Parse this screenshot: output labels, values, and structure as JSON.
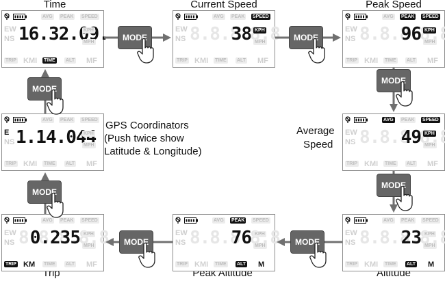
{
  "captions": {
    "time": "Time",
    "current_speed": "Current Speed",
    "peak_speed": "Peak Speed",
    "gps_line1": "GPS Coordinators",
    "gps_line2": "(Push twice show",
    "gps_line3": "Latitude & Longitude)",
    "avg_line1": "Average",
    "avg_line2": "Speed",
    "trip": "Trip",
    "peak_altitude": "Peak Altitude",
    "altitude": "Altitude"
  },
  "button_label": "MODE",
  "badges": {
    "avg": "AVG",
    "peak": "PEAK",
    "speed": "SPEED",
    "kph": "KPH",
    "mph": "MPH",
    "time": "TIME",
    "alt": "ALT",
    "trip": "TRIP"
  },
  "side_labels": {
    "ew": "EW",
    "ns": "NS",
    "e": "E",
    "m": "M",
    "km": "KM",
    "mf": "MF",
    "kmi": "KMI"
  },
  "ghost_digits": "8.8.8.8.8",
  "displays": {
    "time": "16.32.09.",
    "current_speed": "38",
    "peak_speed": "96",
    "gps": "1.14.044",
    "average_speed": "49",
    "trip": "0.235",
    "peak_altitude": "76",
    "altitude": "23"
  },
  "colors": {
    "button_fill": "#666666",
    "arrow": "#707070",
    "active": "#111111",
    "inactive": "#cfcfcf"
  }
}
